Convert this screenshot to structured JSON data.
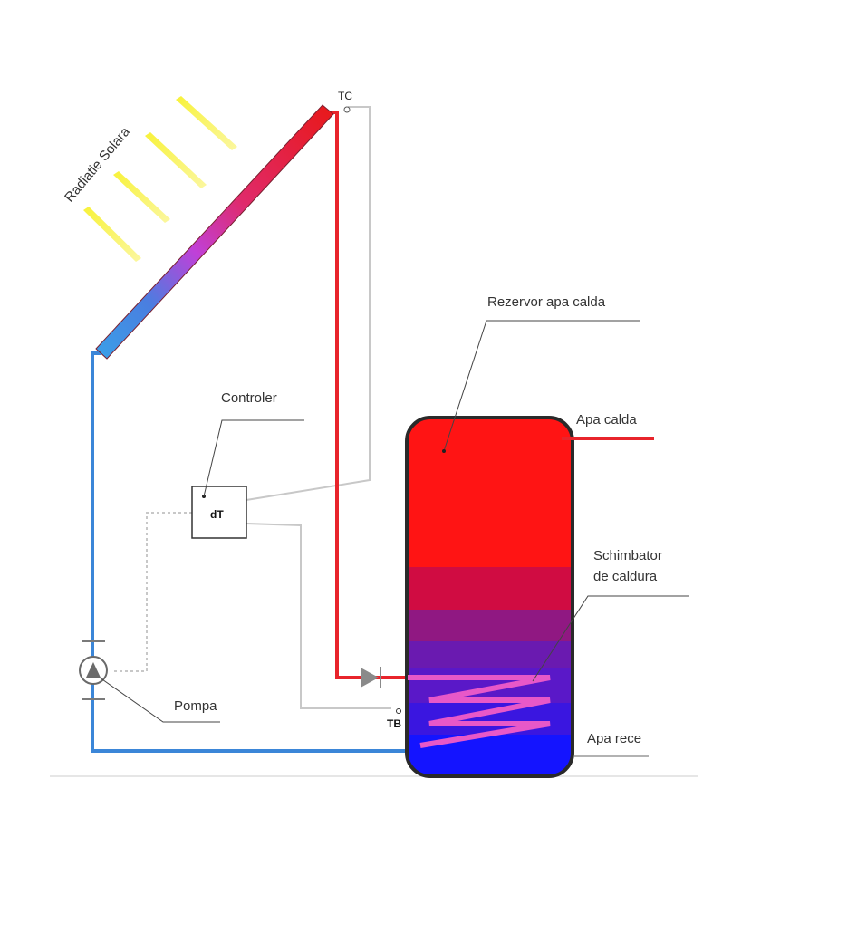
{
  "labels": {
    "solar_radiation": "Radiatie Solara",
    "sensor_collector": "TC",
    "tank": "Rezervor apa calda",
    "hot_water": "Apa calda",
    "controller": "Controler",
    "controller_symbol": "dT",
    "exchanger_line1": "Schimbator",
    "exchanger_line2": "de caldura",
    "pump": "Pompa",
    "sensor_tank": "TB",
    "cold_water": "Apa rece"
  },
  "colors": {
    "hot_pipe": "#e8242b",
    "cold_pipe": "#3b86d8",
    "sensor_wire": "#c8c8c8",
    "sun_ray": "#f4f036",
    "tank_top": "#ff1414",
    "tank_bottom": "#1414ff",
    "coil": "#e858c8"
  }
}
